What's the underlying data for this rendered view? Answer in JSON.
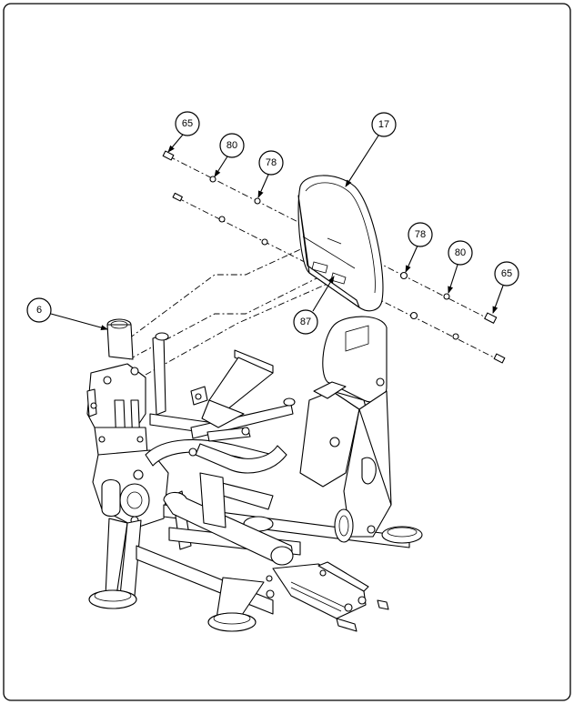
{
  "diagram": {
    "callouts": [
      {
        "label": "65"
      },
      {
        "label": "80"
      },
      {
        "label": "78"
      },
      {
        "label": "17"
      },
      {
        "label": "78"
      },
      {
        "label": "80"
      },
      {
        "label": "65"
      },
      {
        "label": "6"
      },
      {
        "label": "87"
      }
    ]
  }
}
